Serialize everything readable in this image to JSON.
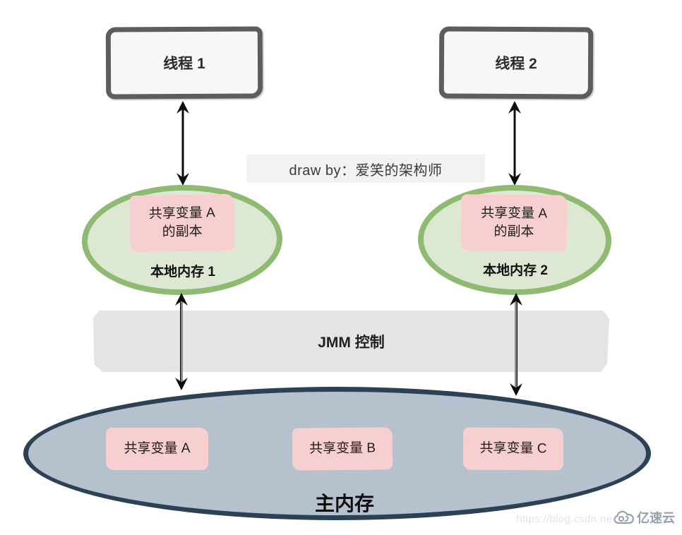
{
  "threads": [
    {
      "label": "线程 1"
    },
    {
      "label": "线程 2"
    }
  ],
  "credit": {
    "text": "draw by：爱笑的架构师"
  },
  "local_memories": [
    {
      "label": "本地内存 1",
      "copy_line1": "共享变量 A",
      "copy_line2": "的副本"
    },
    {
      "label": "本地内存 2",
      "copy_line1": "共享变量 A",
      "copy_line2": "的副本"
    }
  ],
  "jmm": {
    "label": "JMM 控制"
  },
  "main_memory": {
    "label": "主内存",
    "variables": [
      {
        "label": "共享变量 A"
      },
      {
        "label": "共享变量 B"
      },
      {
        "label": "共享变量 C"
      }
    ]
  },
  "watermark": {
    "url": "https://blog.csdn.ne",
    "brand": "亿速云"
  },
  "colors": {
    "thread_border": "#5d5d5d",
    "thread_fill": "#f7f7f5",
    "local_border": "#8fba72",
    "local_fill": "#dde8d3",
    "variable_fill": "#f8cfd0",
    "jmm_band_fill": "#e4e4e4",
    "main_border": "#2c4156",
    "main_fill": "#b5c1cc",
    "arrow": "#0c0c0c",
    "brand_color": "#95a0ae"
  }
}
